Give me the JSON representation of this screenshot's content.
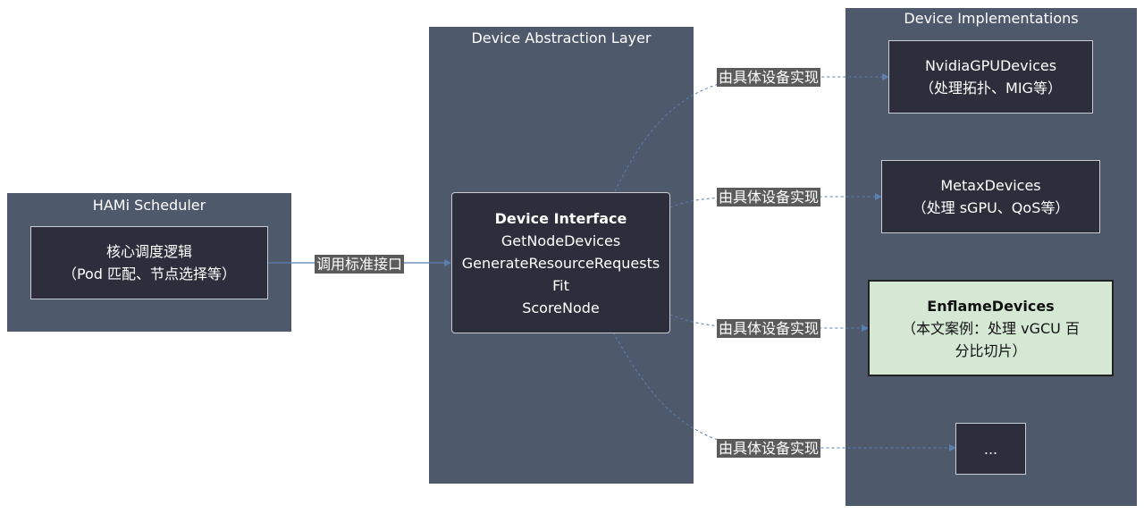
{
  "groups": {
    "scheduler": {
      "title": "HAMi Scheduler"
    },
    "abstraction": {
      "title": "Device Abstraction Layer"
    },
    "implementations": {
      "title": "Device Implementations"
    }
  },
  "nodes": {
    "core_logic": {
      "line1": "核心调度逻辑",
      "line2": "（Pod 匹配、节点选择等）"
    },
    "device_interface": {
      "title": "Device Interface",
      "methods": [
        "GetNodeDevices",
        "GenerateResourceRequests",
        "Fit",
        "ScoreNode"
      ]
    },
    "nvidia": {
      "line1": "NvidiaGPUDevices",
      "line2": "（处理拓扑、MIG等）"
    },
    "metax": {
      "line1": "MetaxDevices",
      "line2": "（处理 sGPU、QoS等）"
    },
    "enflame": {
      "line1": "EnflameDevices",
      "line2": "（本文案例：处理 vGCU 百",
      "line3": "分比切片）"
    },
    "other": {
      "line1": "..."
    }
  },
  "edges": {
    "call_label": "调用标准接口",
    "impl_label_1": "由具体设备实现",
    "impl_label_2": "由具体设备实现",
    "impl_label_3": "由具体设备实现",
    "impl_label_4": "由具体设备实现"
  },
  "colors": {
    "group_bg": "#4f596c",
    "node_bg": "#2c2f3b",
    "highlight_bg": "#d5e8d4",
    "edge_color": "#5b7fb0",
    "label_bg": "#5b5b5b"
  }
}
